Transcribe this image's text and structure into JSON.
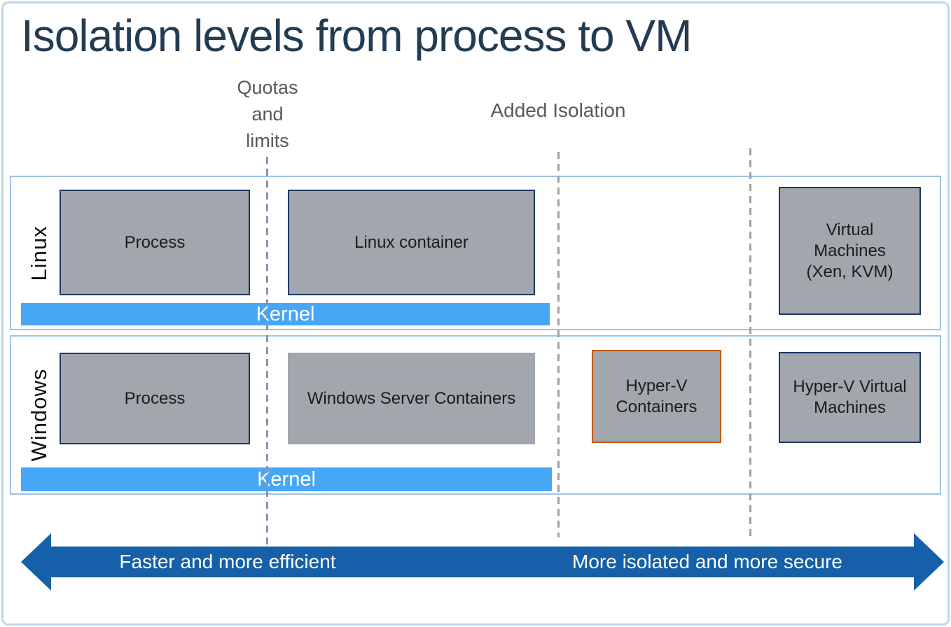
{
  "title": "Isolation levels from process to VM",
  "labels": {
    "quotas_lines": [
      "Quotas",
      "and",
      "limits"
    ],
    "added_isolation": "Added Isolation"
  },
  "rows": [
    {
      "name": "Linux",
      "kernel_label": "Kernel",
      "boxes": [
        {
          "label": "Process"
        },
        {
          "label": "Linux container"
        },
        {
          "label": "Virtual Machines (Xen, KVM)"
        }
      ]
    },
    {
      "name": "Windows",
      "kernel_label": "Kernel",
      "boxes": [
        {
          "label": "Process"
        },
        {
          "label": "Windows Server Containers"
        },
        {
          "label": "Hyper-V Containers"
        },
        {
          "label": "Hyper-V Virtual Machines"
        }
      ]
    }
  ],
  "arrow": {
    "left_label": "Faster and more efficient",
    "right_label": "More isolated and more secure"
  },
  "colors": {
    "title-color": "#233C52",
    "annotation-gray": "#595959",
    "outer-border": "#BDD7EE",
    "row-border": "#9DC3E6",
    "box-fill": "#A2A6AD",
    "box-border-navy": "#1F3864",
    "box-border-orange": "#C55A11",
    "kernel-blue": "#47A7F7",
    "arrow-blue": "#1560A8",
    "dash-bluegray": "#8496B0",
    "dash-gray": "#A0A0A0",
    "text-dark": "#1C1C1C",
    "white": "#FFFFFF"
  }
}
